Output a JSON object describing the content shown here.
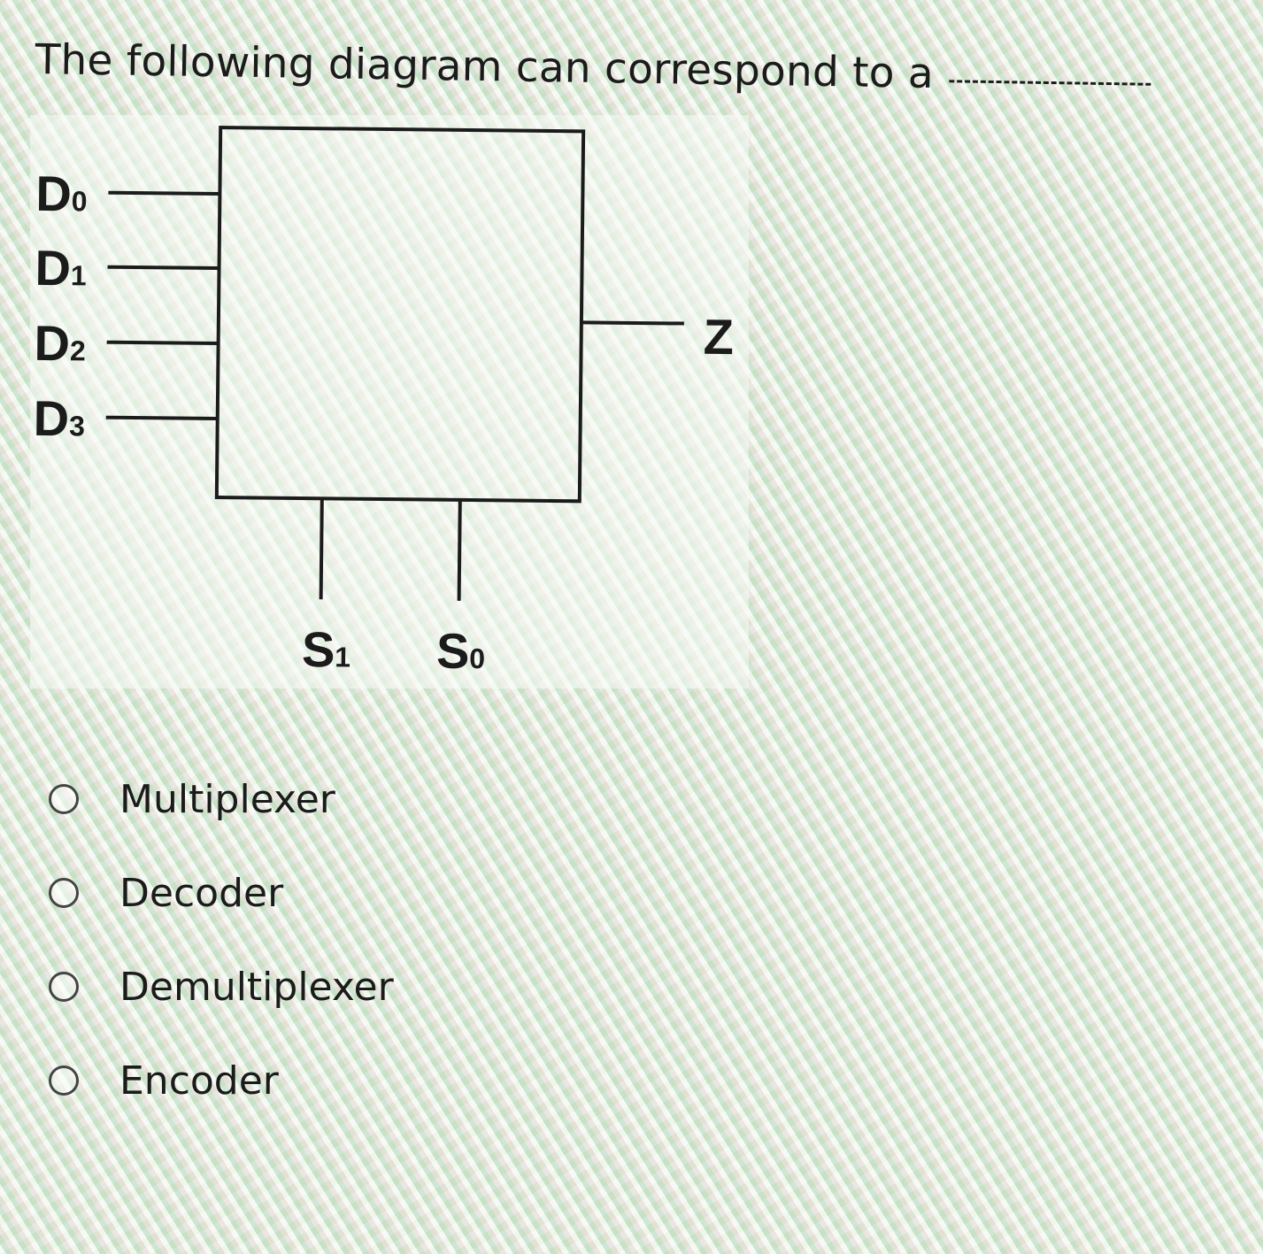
{
  "question": {
    "text": "The following diagram can correspond to a"
  },
  "diagram": {
    "inputs": [
      {
        "letter": "D",
        "index": "0"
      },
      {
        "letter": "D",
        "index": "1"
      },
      {
        "letter": "D",
        "index": "2"
      },
      {
        "letter": "D",
        "index": "3"
      }
    ],
    "output": "Z",
    "selects": [
      {
        "letter": "S",
        "index": "1"
      },
      {
        "letter": "S",
        "index": "0"
      }
    ]
  },
  "options": [
    {
      "label": "Multiplexer",
      "selected": false
    },
    {
      "label": "Decoder",
      "selected": false
    },
    {
      "label": "Demultiplexer",
      "selected": false
    },
    {
      "label": "Encoder",
      "selected": false
    }
  ],
  "colors": {
    "ink": "#1b1b1b"
  }
}
